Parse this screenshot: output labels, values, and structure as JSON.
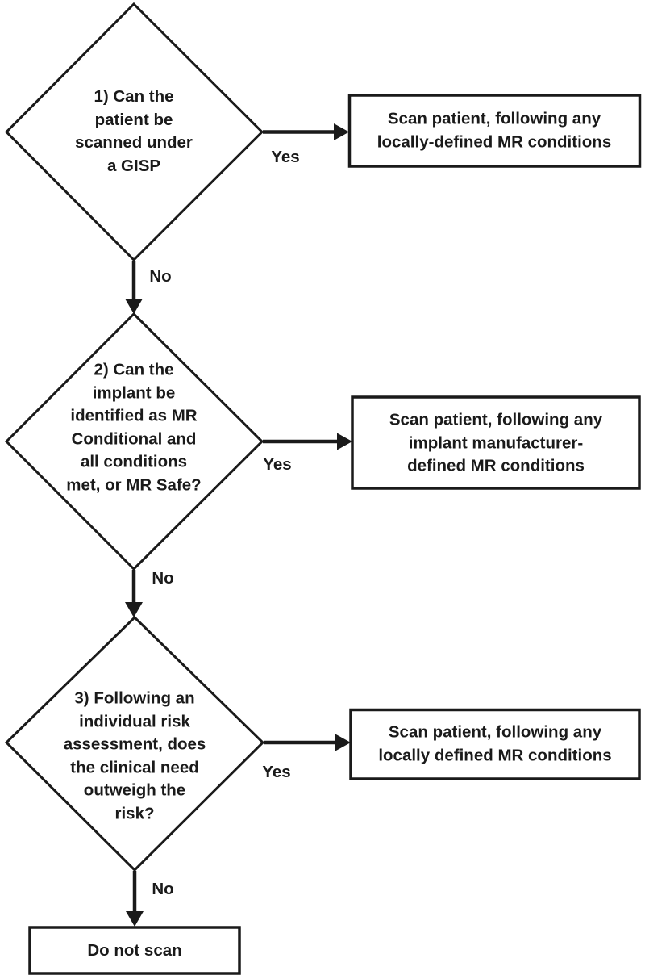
{
  "flowchart": {
    "colors": {
      "background": "#ffffff",
      "stroke": "#1a1a1a",
      "text": "#1a1a1a"
    },
    "decisions": [
      {
        "text": "1) Can the\npatient be\nscanned under\na GISP",
        "yes_label": "Yes",
        "no_label": "No"
      },
      {
        "text": "2) Can the\nimplant be\nidentified as MR\nConditional and\nall conditions\nmet, or MR Safe?",
        "yes_label": "Yes",
        "no_label": "No"
      },
      {
        "text": "3) Following an\nindividual risk\nassessment, does\nthe clinical need\noutweigh the\nrisk?",
        "yes_label": "Yes",
        "no_label": "No"
      }
    ],
    "outcomes": [
      {
        "text": "Scan patient, following any\nlocally-defined MR conditions"
      },
      {
        "text": "Scan patient, following any\nimplant manufacturer-\ndefined MR conditions"
      },
      {
        "text": "Scan patient, following any\nlocally defined MR conditions"
      }
    ],
    "terminal": {
      "text": "Do not scan"
    }
  }
}
